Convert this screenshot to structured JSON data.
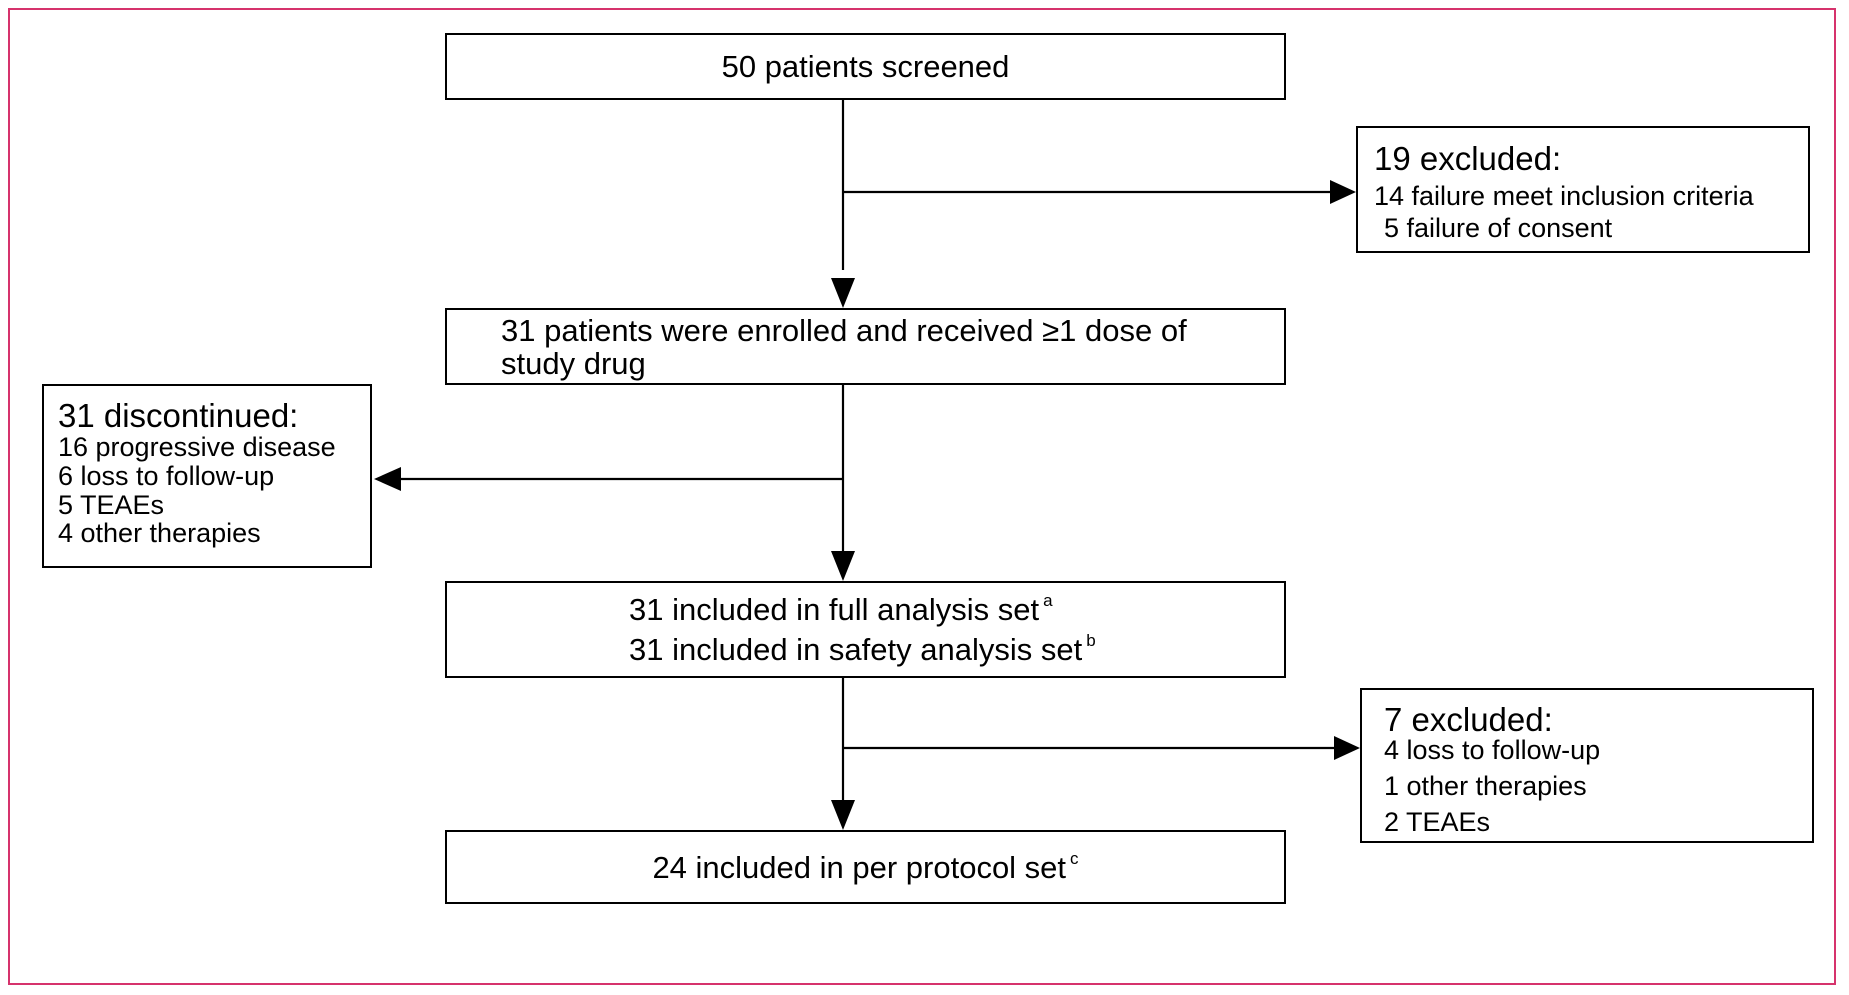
{
  "nodes": {
    "screened": "50 patients screened",
    "enrolled_line1": "31 patients were enrolled and received ≥1 dose of",
    "enrolled_line2": "study drug",
    "full_analysis": "31 included in full analysis set",
    "full_analysis_note": "a",
    "safety_analysis": "31 included in safety analysis set",
    "safety_analysis_note": "b",
    "per_protocol": "24 included in per protocol set",
    "per_protocol_note": "c"
  },
  "excluded_screening": {
    "title": "19 excluded:",
    "items": [
      "14 failure meet inclusion criteria",
      "5 failure of consent"
    ]
  },
  "discontinued": {
    "title": "31 discontinued:",
    "items": [
      "16 progressive disease",
      "6 loss to follow-up",
      "5 TEAEs",
      "4 other therapies"
    ]
  },
  "excluded_analysis": {
    "title": "7 excluded:",
    "items": [
      "4 loss to follow-up",
      "1 other therapies",
      "2 TEAEs"
    ]
  }
}
